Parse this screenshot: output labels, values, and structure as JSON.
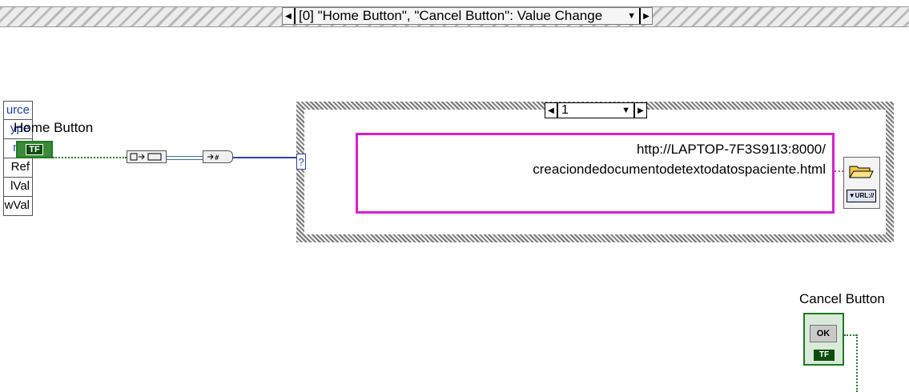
{
  "event_structure": {
    "selector_label": "[0] \"Home Button\", \"Cancel Button\": Value Change",
    "decrement_glyph": "◀",
    "increment_glyph": "▶",
    "dropdown_glyph": "▼"
  },
  "event_data_node": {
    "rows": [
      "urce",
      "ype",
      "me",
      "Ref",
      "lVal",
      "wVal"
    ]
  },
  "home_button": {
    "label": "Home Button",
    "terminal_text": "TF"
  },
  "case_structure": {
    "selector_value": "1",
    "selector_terminal": "?"
  },
  "url_string": {
    "line1": "http://LAPTOP-7F3S91I3:8000/",
    "line2": "creaciondedocumentodetextodatospaciente.html"
  },
  "open_url_vi": {
    "tag": "▼URL://"
  },
  "cancel_button": {
    "label": "Cancel Button",
    "ok_text": "OK",
    "terminal_text": "TF"
  }
}
